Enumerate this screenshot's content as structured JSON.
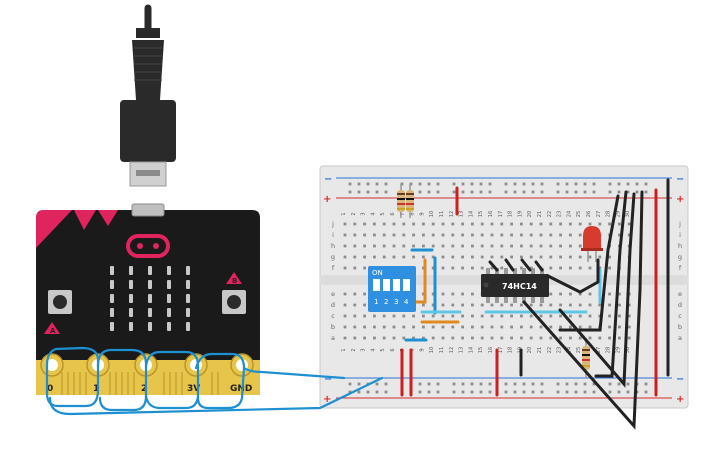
{
  "colors": {
    "board": "#1a1a1a",
    "board_accent": "#e0245e",
    "led_matrix": "#c8c8c8",
    "edge_gold": "#e6c54a",
    "breadboard": "#e8e8e8",
    "rail_red": "#d62d2d",
    "rail_blue": "#2d6fd6",
    "wire_blue": "#1e8fd0",
    "wire_black": "#222222",
    "wire_red": "#cc1f1f",
    "wire_orange": "#e08a1e",
    "wire_light_blue": "#5fc6e6",
    "dip_switch": "#2f8fe0",
    "chip": "#2a2a2a",
    "led": "#d63b2d"
  },
  "microbit": {
    "pins": [
      "0",
      "1",
      "2",
      "3V",
      "GND"
    ],
    "button_a": "A",
    "button_b": "B"
  },
  "usb_cable": {
    "icon": "usb-micro-connector-icon"
  },
  "breadboard": {
    "row_letters_top": [
      "j",
      "i",
      "h",
      "g",
      "f"
    ],
    "row_letters_bottom": [
      "e",
      "d",
      "c",
      "b",
      "a"
    ],
    "column_numbers": [
      "1",
      "2",
      "3",
      "4",
      "5",
      "6",
      "7",
      "8",
      "9",
      "10",
      "11",
      "12",
      "13",
      "14",
      "15",
      "16",
      "17",
      "18",
      "19",
      "20",
      "21",
      "22",
      "23",
      "24",
      "25",
      "26",
      "27",
      "28",
      "29",
      "30"
    ],
    "rail_plus": "+",
    "rail_minus": "−"
  },
  "dip_switch": {
    "label": "ON",
    "positions": [
      "1",
      "2",
      "3",
      "4"
    ]
  },
  "chip": {
    "label": "74HC14"
  }
}
